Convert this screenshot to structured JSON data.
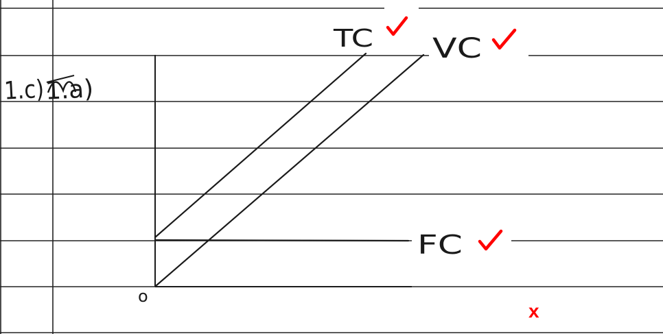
{
  "question_label": "1.c)",
  "struck_label": "1.a)",
  "origin_label": "o",
  "curves": {
    "tc": {
      "label": "TC",
      "mark": "check-icon"
    },
    "vc": {
      "label": "VC",
      "mark": "check-icon"
    },
    "fc": {
      "label": "FC",
      "mark": "check-icon"
    }
  },
  "wrong_mark": "x",
  "colors": {
    "ink": "#1a1a1a",
    "ruled_line": "#222222",
    "marking": "#ff0000",
    "paper": "#ffffff"
  }
}
